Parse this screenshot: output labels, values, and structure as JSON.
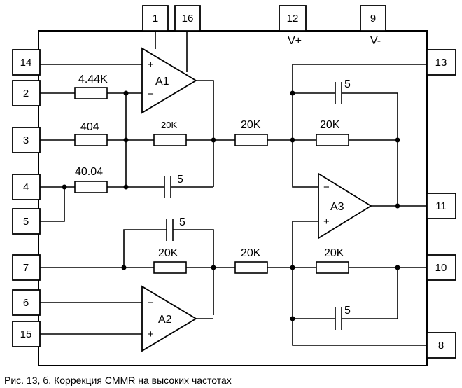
{
  "caption": "Рис. 13, б. Коррекция CMMR на высоких частотах",
  "pins": {
    "p1": "1",
    "p16": "16",
    "p12": "12",
    "p9": "9",
    "p14": "14",
    "p2": "2",
    "p3": "3",
    "p4": "4",
    "p5": "5",
    "p7": "7",
    "p6": "6",
    "p15": "15",
    "p13": "13",
    "p11": "11",
    "p10": "10",
    "p8": "8"
  },
  "supply": {
    "vplus": "V+",
    "vminus": "V-"
  },
  "amplifiers": {
    "a1": "A1",
    "a2": "A2",
    "a3": "A3"
  },
  "resistors": {
    "r_444k": "4.44K",
    "r_404": "404",
    "r_4004": "40.04",
    "r_20k_mid": "20K",
    "r_20k_top": "20K",
    "r_20k_top_fb": "20K",
    "r_20k_bot_in": "20K",
    "r_20k_bot": "20K",
    "r_20k_bot_fb": "20K"
  },
  "capacitors": {
    "c_a1": "5",
    "c_a2": "5",
    "c_top": "5",
    "c_bot": "5"
  },
  "signs": {
    "plus": "+",
    "minus": "−"
  }
}
